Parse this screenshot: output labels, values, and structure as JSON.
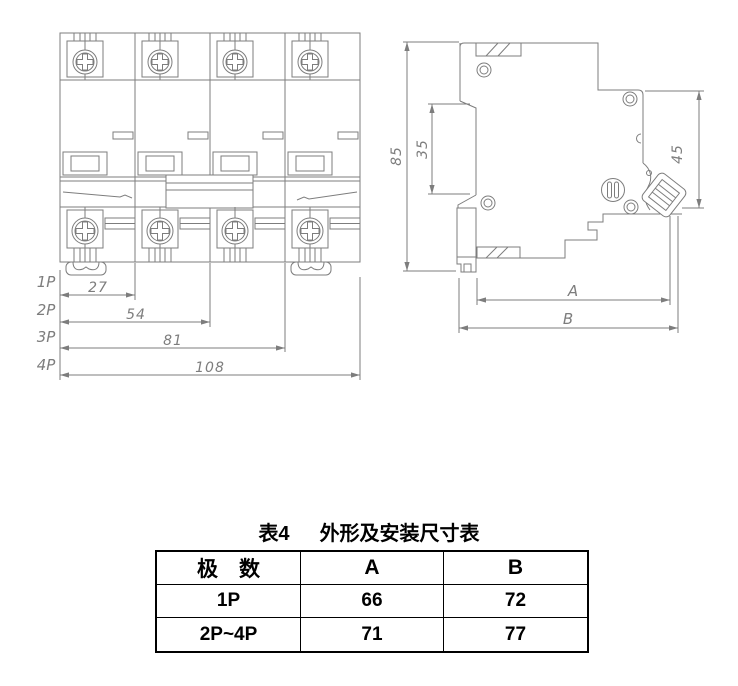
{
  "colors": {
    "line": "#7d7d7d",
    "text": "#000000"
  },
  "front_view": {
    "pole_labels": [
      "1P",
      "2P",
      "3P",
      "4P"
    ],
    "width_dims": [
      "27",
      "54",
      "81",
      "108"
    ]
  },
  "side_view": {
    "height_dim": "85",
    "rail_dim": "35",
    "front_dim": "45",
    "dim_a": "A",
    "dim_b": "B"
  },
  "table": {
    "caption_label": "表4",
    "caption_title": "外形及安装尺寸表",
    "headers": [
      "极　数",
      "A",
      "B"
    ],
    "rows": [
      [
        "1P",
        "66",
        "72"
      ],
      [
        "2P~4P",
        "71",
        "77"
      ]
    ]
  }
}
